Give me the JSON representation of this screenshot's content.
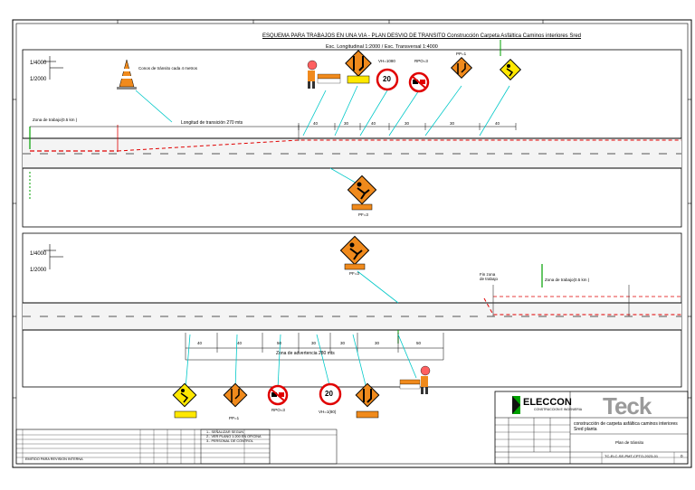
{
  "drawing": {
    "title": "ESQUEMA PARA TRABAJOS EN UNA VIA - PLAN DESVIO DE TRANSITO Construcción Carpeta Asfáltica Caminos interiores Sred",
    "scale_note": "Esc. Longitudinal 1:2000 / Esc. Transversal 1:4000"
  },
  "upper": {
    "scale_top": "1/4000",
    "scale_bottom": "1/2000",
    "cone_note": "Conos de tránsito cada 4 metros",
    "taper_label": "Longitud de transición 270 mts",
    "work_zone": "Zona de trabajo(0.5 km )",
    "speed_label": "VH=1080",
    "sign_label_1": "RPO=3",
    "sign_label_2": "PP=1",
    "bottom_sign_label": "PF=3",
    "distances": [
      "40",
      "30",
      "40",
      "30",
      "30",
      "40"
    ]
  },
  "lower": {
    "scale_top": "1/4000",
    "scale_bottom": "1/2000",
    "top_sign_label": "PF=3",
    "work_zone": "Zona de trabajo(0.5 km )",
    "detour_label": "Zona de advertencia 280 mts",
    "side_note": "Fin zona de trabajo",
    "distances": [
      "40",
      "40",
      "50",
      "30",
      "30",
      "30",
      "50"
    ],
    "sign_labels": [
      "PP=1",
      "RPO=3",
      "VH=1(80)"
    ]
  },
  "signs": {
    "speed": "20"
  },
  "title_block": {
    "company": "ELECCON",
    "company_sub": "CONSTRUCCION E INGENIERIA",
    "client": "Teck",
    "project": "construcción de carpeta asfáltica caminos interiores Sred planta",
    "sheet_name": "Plan de tránsito",
    "drawing_no": "TC-ELC-SE-PMT-CPTO-2023-01",
    "revision": "0",
    "notes": [
      "1.- SEÑALIZAR SEGUN",
      "2.- VER PLANO 1:200 EN OFICINA",
      "3.- PERSONAL DE CONTROL"
    ],
    "revision_row": "EMITIDO PARA REVISION INTERNA"
  },
  "colors": {
    "cyan": "#00c8c8",
    "orange": "#f08a1c",
    "yellow": "#ffe800",
    "red": "#e00000",
    "green": "#00a000"
  }
}
